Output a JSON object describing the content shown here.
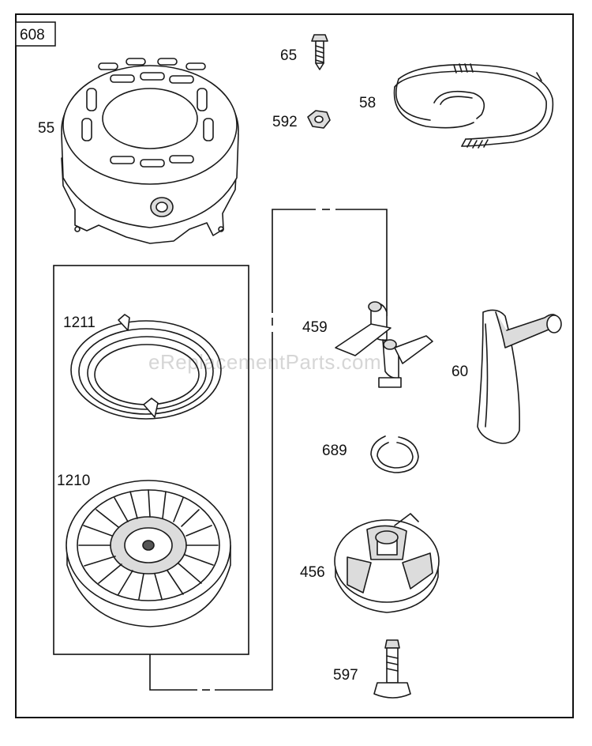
{
  "assembly_number": "608",
  "watermark": "eReplacementParts.com",
  "parts": [
    {
      "id": "p55",
      "number": "55"
    },
    {
      "id": "p65",
      "number": "65"
    },
    {
      "id": "p592",
      "number": "592"
    },
    {
      "id": "p58",
      "number": "58"
    },
    {
      "id": "p1211",
      "number": "1211"
    },
    {
      "id": "p1210",
      "number": "1210"
    },
    {
      "id": "p459",
      "number": "459"
    },
    {
      "id": "p60",
      "number": "60"
    },
    {
      "id": "p689",
      "number": "689"
    },
    {
      "id": "p456",
      "number": "456"
    },
    {
      "id": "p597",
      "number": "597"
    }
  ]
}
